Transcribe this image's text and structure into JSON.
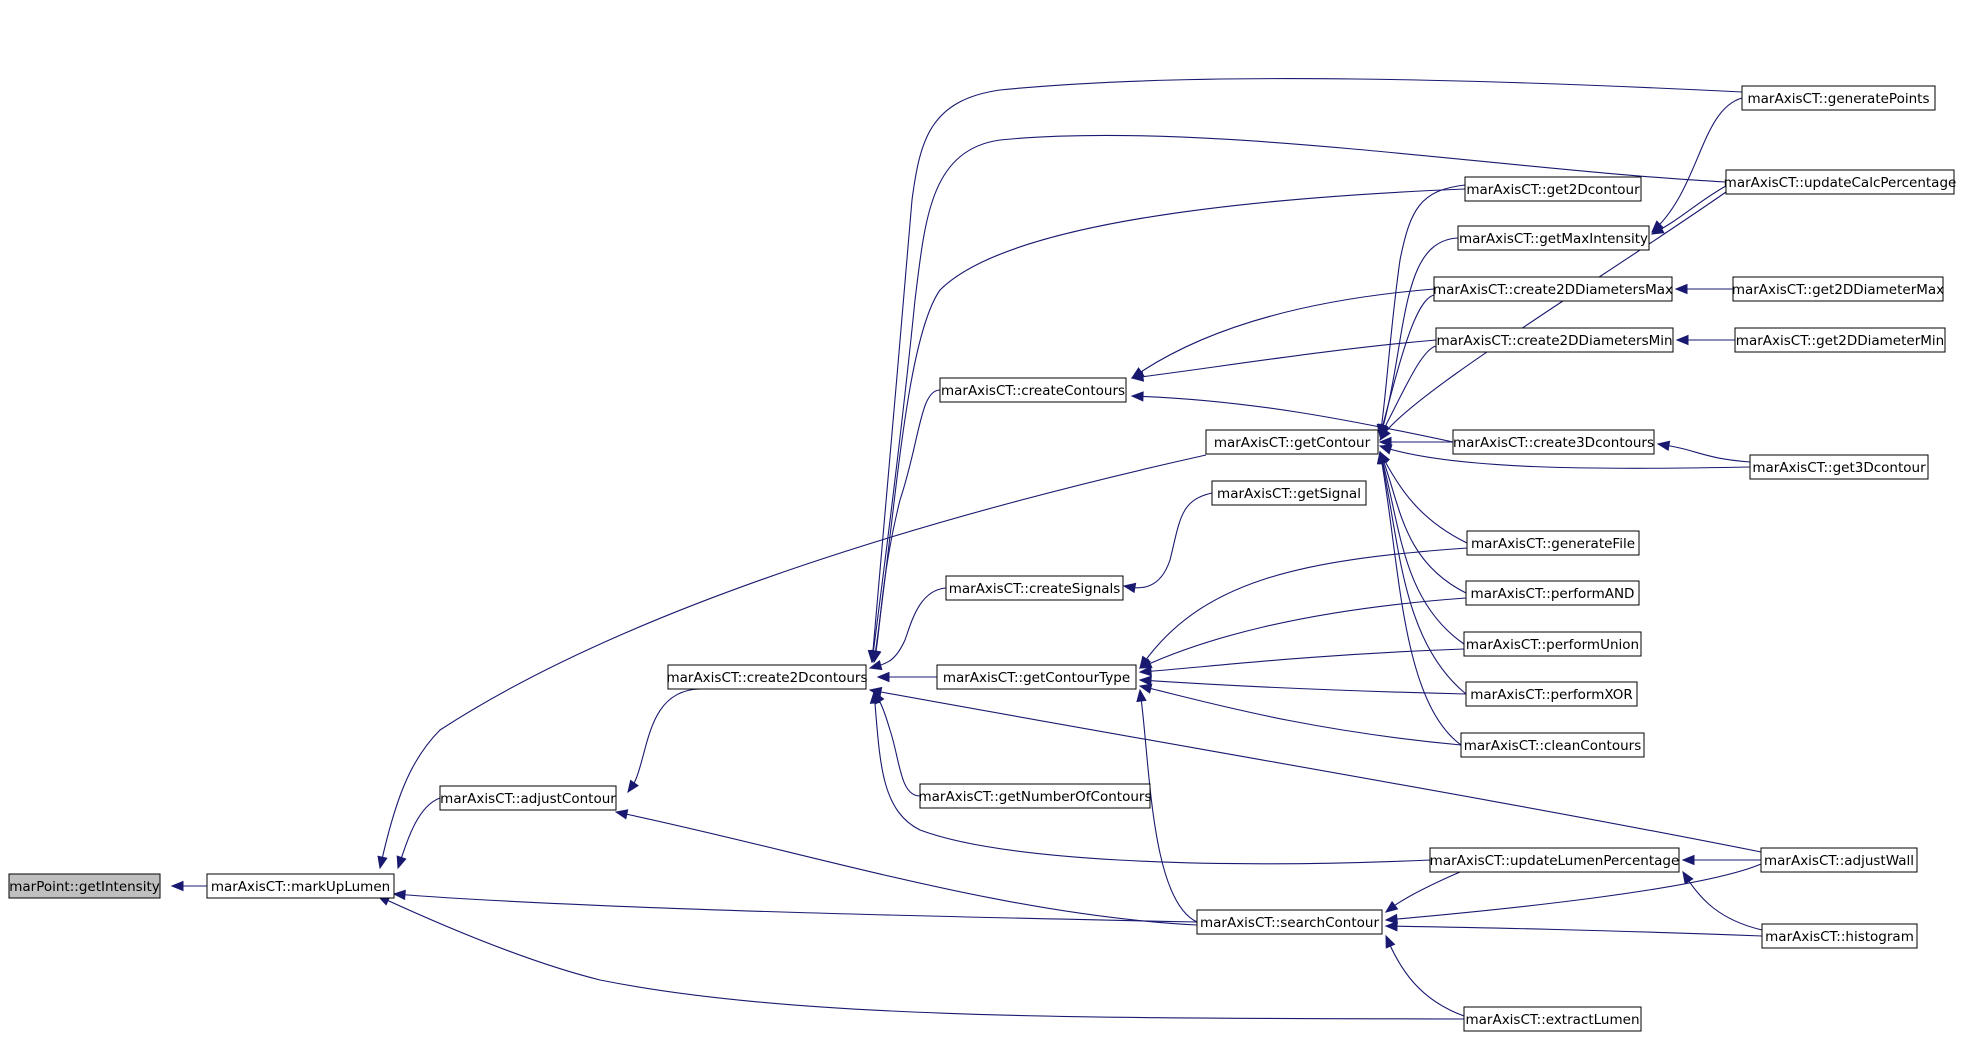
{
  "diagram": {
    "kind": "call-graph",
    "edge_color": "#191970",
    "root_fill": "#bfbfbf",
    "nodes": [
      {
        "id": "getIntensity",
        "label": "marPoint::getIntensity",
        "root": true
      },
      {
        "id": "markUpLumen",
        "label": "marAxisCT::markUpLumen"
      },
      {
        "id": "adjustContour",
        "label": "marAxisCT::adjustContour"
      },
      {
        "id": "create2Dcontours",
        "label": "marAxisCT::create2Dcontours"
      },
      {
        "id": "getContour",
        "label": "marAxisCT::getContour"
      },
      {
        "id": "searchContour",
        "label": "marAxisCT::searchContour"
      },
      {
        "id": "createContours",
        "label": "marAxisCT::createContours"
      },
      {
        "id": "createSignals",
        "label": "marAxisCT::createSignals"
      },
      {
        "id": "getContourType",
        "label": "marAxisCT::getContourType"
      },
      {
        "id": "getNumberOfContours",
        "label": "marAxisCT::getNumberOfContours"
      },
      {
        "id": "getSignal",
        "label": "marAxisCT::getSignal"
      },
      {
        "id": "generatePoints",
        "label": "marAxisCT::generatePoints"
      },
      {
        "id": "updateCalcPercentage",
        "label": "marAxisCT::updateCalcPercentage"
      },
      {
        "id": "get2Dcontour",
        "label": "marAxisCT::get2Dcontour"
      },
      {
        "id": "getMaxIntensity",
        "label": "marAxisCT::getMaxIntensity"
      },
      {
        "id": "create2DDiametersMax",
        "label": "marAxisCT::create2DDiametersMax"
      },
      {
        "id": "create2DDiametersMin",
        "label": "marAxisCT::create2DDiametersMin"
      },
      {
        "id": "create3Dcontours",
        "label": "marAxisCT::create3Dcontours"
      },
      {
        "id": "generateFile",
        "label": "marAxisCT::generateFile"
      },
      {
        "id": "performAND",
        "label": "marAxisCT::performAND"
      },
      {
        "id": "performUnion",
        "label": "marAxisCT::performUnion"
      },
      {
        "id": "performXOR",
        "label": "marAxisCT::performXOR"
      },
      {
        "id": "cleanContours",
        "label": "marAxisCT::cleanContours"
      },
      {
        "id": "updateLumenPercentage",
        "label": "marAxisCT::updateLumenPercentage"
      },
      {
        "id": "extractLumen",
        "label": "marAxisCT::extractLumen"
      },
      {
        "id": "get2DDiameterMax",
        "label": "marAxisCT::get2DDiameterMax"
      },
      {
        "id": "get2DDiameterMin",
        "label": "marAxisCT::get2DDiameterMin"
      },
      {
        "id": "get3Dcontour",
        "label": "marAxisCT::get3Dcontour"
      },
      {
        "id": "adjustWall",
        "label": "marAxisCT::adjustWall"
      },
      {
        "id": "histogram",
        "label": "marAxisCT::histogram"
      }
    ],
    "edges": [
      {
        "from": "markUpLumen",
        "to": "getIntensity"
      },
      {
        "from": "adjustContour",
        "to": "markUpLumen"
      },
      {
        "from": "getContour",
        "to": "markUpLumen"
      },
      {
        "from": "searchContour",
        "to": "markUpLumen"
      },
      {
        "from": "extractLumen",
        "to": "markUpLumen"
      },
      {
        "from": "create2Dcontours",
        "to": "adjustContour"
      },
      {
        "from": "searchContour",
        "to": "adjustContour"
      },
      {
        "from": "createContours",
        "to": "create2Dcontours"
      },
      {
        "from": "createSignals",
        "to": "create2Dcontours"
      },
      {
        "from": "getContourType",
        "to": "create2Dcontours"
      },
      {
        "from": "getNumberOfContours",
        "to": "create2Dcontours"
      },
      {
        "from": "generatePoints",
        "to": "create2Dcontours"
      },
      {
        "from": "updateCalcPercentage",
        "to": "create2Dcontours"
      },
      {
        "from": "get2Dcontour",
        "to": "create2Dcontours"
      },
      {
        "from": "updateLumenPercentage",
        "to": "create2Dcontours"
      },
      {
        "from": "adjustWall",
        "to": "create2Dcontours"
      },
      {
        "from": "getSignal",
        "to": "createSignals"
      },
      {
        "from": "create2DDiametersMax",
        "to": "createContours"
      },
      {
        "from": "create2DDiametersMin",
        "to": "createContours"
      },
      {
        "from": "create3Dcontours",
        "to": "createContours"
      },
      {
        "from": "get2Dcontour",
        "to": "getContour"
      },
      {
        "from": "getMaxIntensity",
        "to": "getContour"
      },
      {
        "from": "create2DDiametersMax",
        "to": "getContour"
      },
      {
        "from": "create2DDiametersMin",
        "to": "getContour"
      },
      {
        "from": "create3Dcontours",
        "to": "getContour"
      },
      {
        "from": "get3Dcontour",
        "to": "getContour"
      },
      {
        "from": "updateCalcPercentage",
        "to": "getContour"
      },
      {
        "from": "generateFile",
        "to": "getContour"
      },
      {
        "from": "performAND",
        "to": "getContour"
      },
      {
        "from": "performUnion",
        "to": "getContour"
      },
      {
        "from": "performXOR",
        "to": "getContour"
      },
      {
        "from": "cleanContours",
        "to": "getContour"
      },
      {
        "from": "generateFile",
        "to": "getContourType"
      },
      {
        "from": "performAND",
        "to": "getContourType"
      },
      {
        "from": "performUnion",
        "to": "getContourType"
      },
      {
        "from": "performXOR",
        "to": "getContourType"
      },
      {
        "from": "cleanContours",
        "to": "getContourType"
      },
      {
        "from": "searchContour",
        "to": "getContourType"
      },
      {
        "from": "generatePoints",
        "to": "getMaxIntensity"
      },
      {
        "from": "updateCalcPercentage",
        "to": "getMaxIntensity"
      },
      {
        "from": "get2DDiameterMax",
        "to": "create2DDiametersMax"
      },
      {
        "from": "get2DDiameterMin",
        "to": "create2DDiametersMin"
      },
      {
        "from": "get3Dcontour",
        "to": "create3Dcontours"
      },
      {
        "from": "adjustWall",
        "to": "updateLumenPercentage"
      },
      {
        "from": "histogram",
        "to": "updateLumenPercentage"
      },
      {
        "from": "updateLumenPercentage",
        "to": "searchContour"
      },
      {
        "from": "adjustWall",
        "to": "searchContour"
      },
      {
        "from": "histogram",
        "to": "searchContour"
      },
      {
        "from": "extractLumen",
        "to": "searchContour"
      }
    ]
  }
}
